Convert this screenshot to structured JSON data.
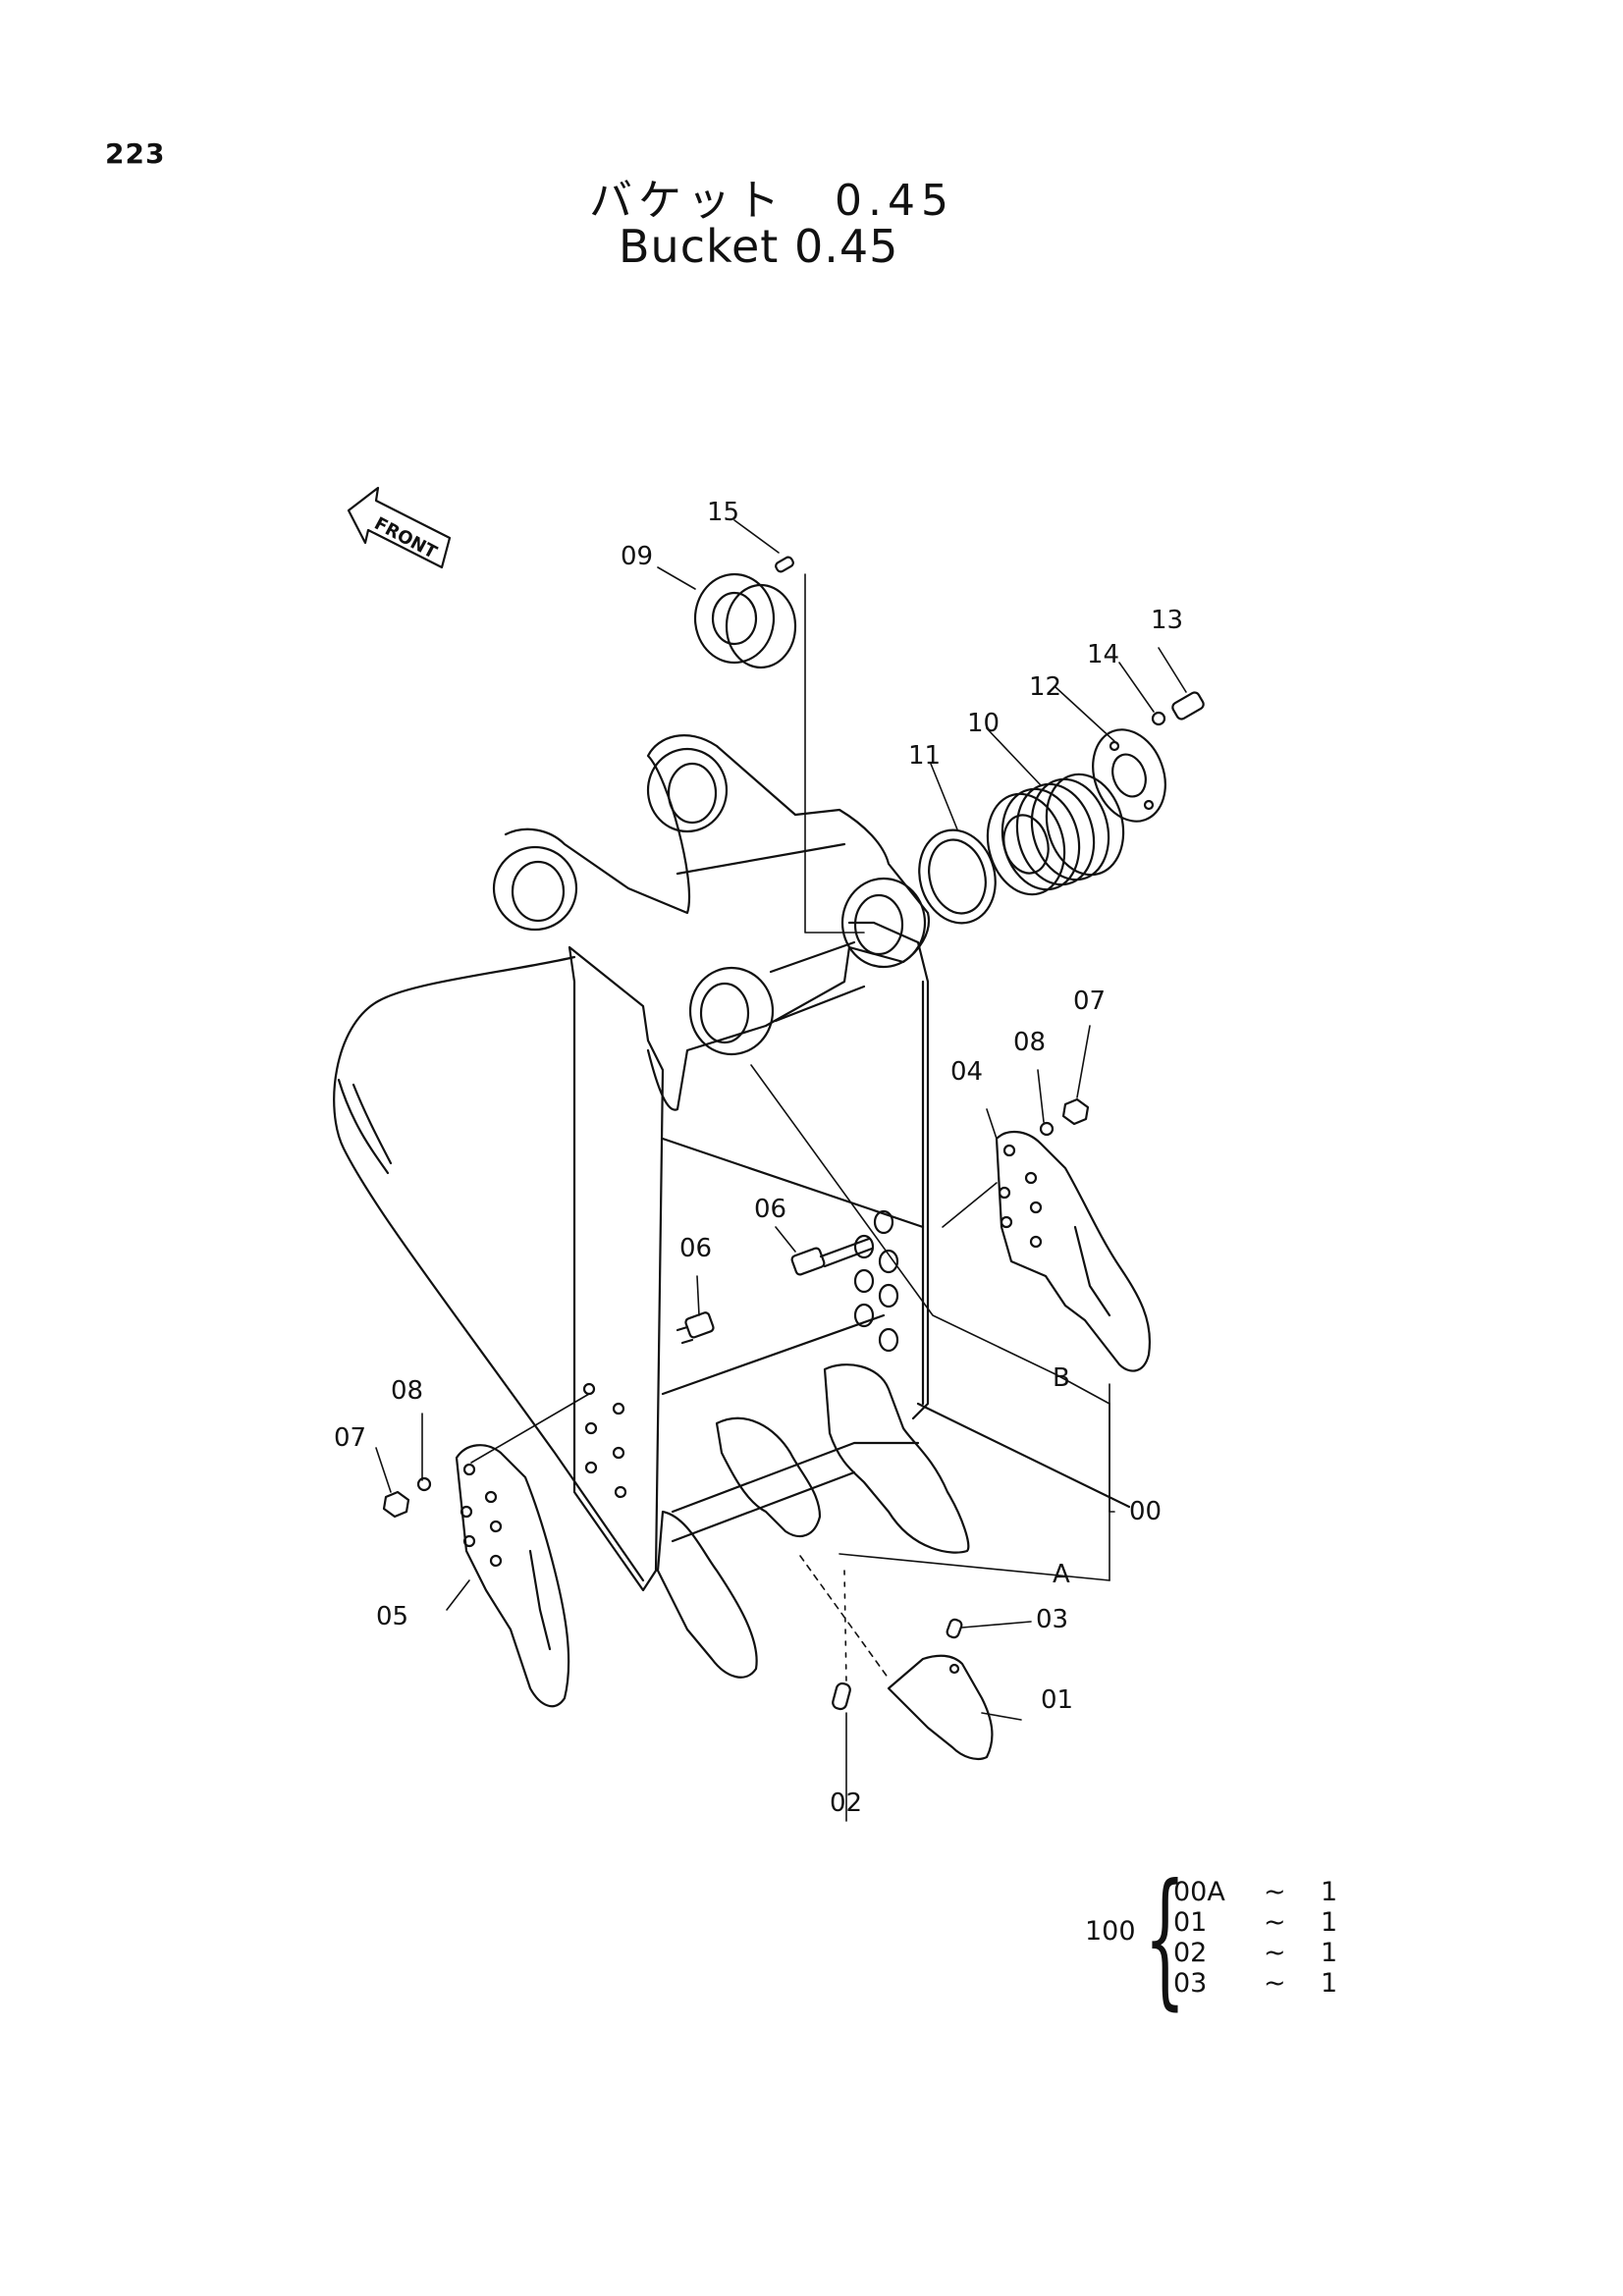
{
  "page_number": "223",
  "title": {
    "japanese": "バケット　0.45",
    "english": "Bucket 0.45"
  },
  "orientation_marker": "FRONT",
  "callouts": {
    "c00": "00",
    "c01": "01",
    "c02": "02",
    "c03": "03",
    "c04": "04",
    "c05": "05",
    "c06a": "06",
    "c06b": "06",
    "c07a": "07",
    "c07b": "07",
    "c08a": "08",
    "c08b": "08",
    "c09": "09",
    "c10": "10",
    "c11": "11",
    "c12": "12",
    "c13": "13",
    "c14": "14",
    "c15": "15",
    "refA": "A",
    "refB": "B"
  },
  "kit": {
    "total_code": "100",
    "rows": [
      {
        "code": "00A",
        "sep": "~",
        "qty": "1"
      },
      {
        "code": "01",
        "sep": "~",
        "qty": "1"
      },
      {
        "code": "02",
        "sep": "~",
        "qty": "1"
      },
      {
        "code": "03",
        "sep": "~",
        "qty": "1"
      }
    ]
  }
}
